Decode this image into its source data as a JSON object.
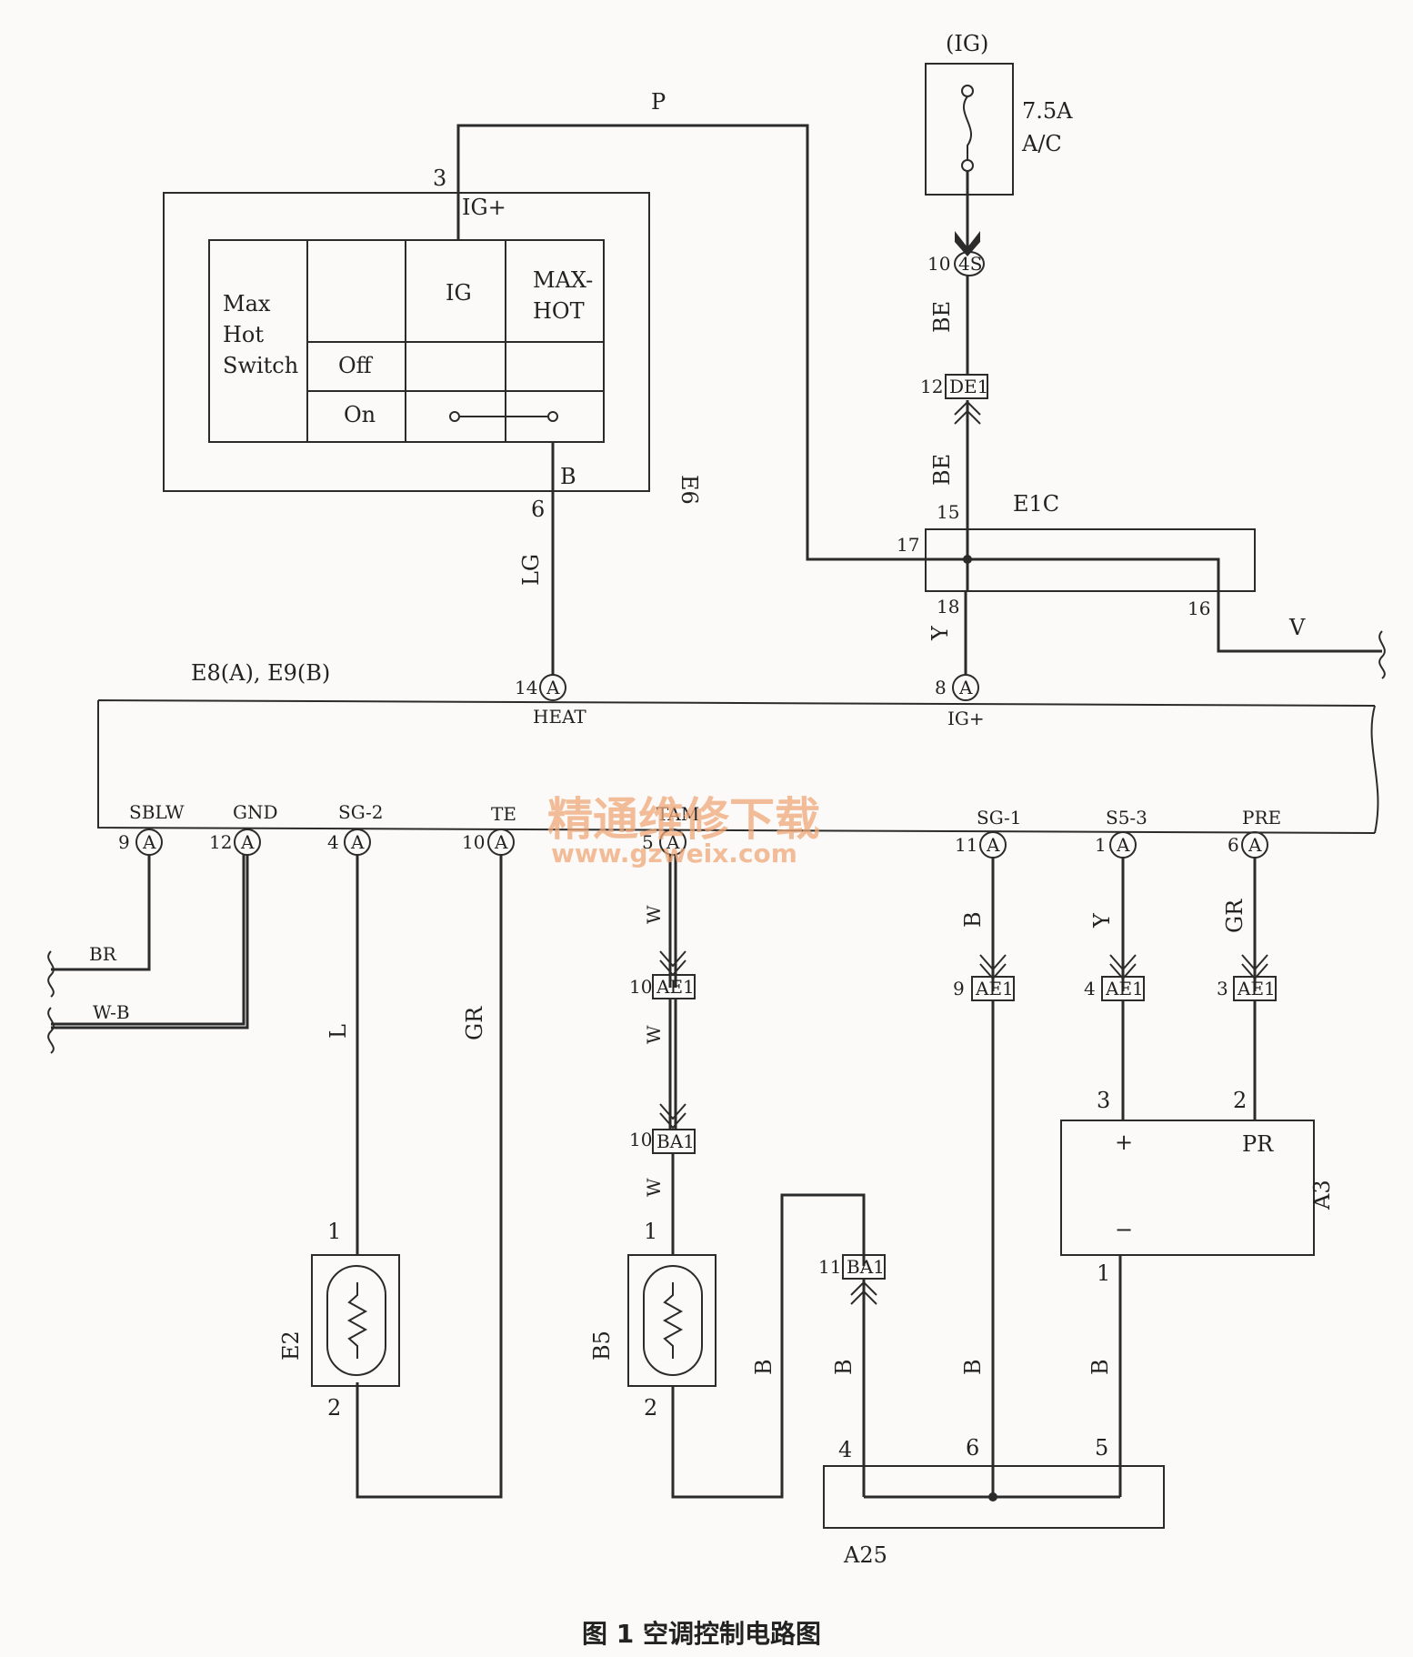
{
  "ig_label": "(IG)",
  "fuse_rating": "7.5A",
  "fuse_name": "A/C",
  "wire_p": "P",
  "e6": {
    "pin3": "3",
    "igplus": "IG+",
    "title": "Max Hot Switch",
    "title_l1": "Max",
    "title_l2": "Hot",
    "title_l3": "Switch",
    "col_ig": "IG",
    "col_max": "MAX-",
    "col_hot": "HOT",
    "row_off": "Off",
    "row_on": "On",
    "b": "B",
    "name": "E6",
    "pin6": "6"
  },
  "connectors": {
    "c4s_pin": "10",
    "c4s": "4S",
    "de1_pin": "12",
    "de1": "DE1",
    "e1c": "E1C",
    "p15": "15",
    "p17": "17",
    "p18": "18",
    "p16": "16",
    "ae1_10": "10",
    "ae1": "AE1",
    "ba1_10": "10",
    "ba1": "BA1",
    "ae1_9": "9",
    "ae1_4": "4",
    "ae1_3": "3",
    "ba1_11": "11"
  },
  "wires": {
    "be1": "BE",
    "be2": "BE",
    "lg": "LG",
    "y1": "Y",
    "v": "V",
    "br": "BR",
    "wb": "W-B",
    "l": "L",
    "gr1": "GR",
    "w1": "W",
    "w2": "W",
    "w3": "W",
    "b_sg1": "B",
    "y2": "Y",
    "gr2": "GR",
    "b_b5": "B",
    "b_ba1": "B",
    "b_a25": "B",
    "b_a3": "B"
  },
  "ecu": {
    "name": "E8(A), E9(B)",
    "heat_pin": "14",
    "heat": "HEAT",
    "igp_pin": "8",
    "igp": "IG+",
    "conn": "A",
    "pins": [
      {
        "num": "9",
        "name": "SBLW"
      },
      {
        "num": "12",
        "name": "GND"
      },
      {
        "num": "4",
        "name": "SG-2"
      },
      {
        "num": "10",
        "name": "TE"
      },
      {
        "num": "5",
        "name": "TAM"
      },
      {
        "num": "11",
        "name": "SG-1"
      },
      {
        "num": "1",
        "name": "S5-3"
      },
      {
        "num": "6",
        "name": "PRE"
      }
    ]
  },
  "e2": {
    "name": "E2",
    "p1": "1",
    "p2": "2"
  },
  "b5": {
    "name": "B5",
    "p1": "1",
    "p2": "2"
  },
  "a3": {
    "name": "A3",
    "plus": "+",
    "minus": "−",
    "pr": "PR",
    "p3": "3",
    "p2": "2",
    "p1": "1"
  },
  "a25": {
    "name": "A25",
    "p4": "4",
    "p6": "6",
    "p5": "5"
  },
  "watermark": {
    "cn": "精通维修下载",
    "url": "www.gzweix.com"
  },
  "caption": "图 1   空调控制电路图"
}
